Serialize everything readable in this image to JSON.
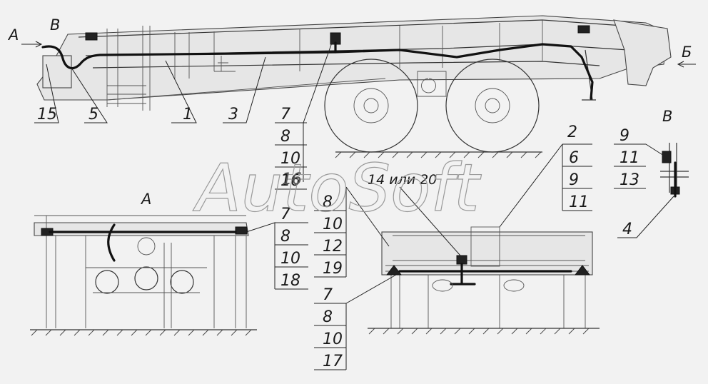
{
  "views": {
    "side_from_a": "А",
    "side_from_b": "Б",
    "detail_v_marker": "В",
    "detail_v_title": "В",
    "rear_title": "А"
  },
  "callouts": {
    "c15": "15",
    "c5": "5",
    "c1": "1",
    "c3": "3",
    "c2": "2",
    "c4": "4",
    "c14_20": "14 или 20",
    "c16_overlay": "16"
  },
  "stacks": {
    "side_top": [
      "7",
      "8",
      "10",
      "16"
    ],
    "rear": [
      "7",
      "8",
      "10",
      "18"
    ],
    "middle": [
      "8",
      "10",
      "12",
      "19"
    ],
    "bottom": [
      "7",
      "8",
      "10",
      "17"
    ],
    "right_2": [
      "6",
      "9",
      "11"
    ],
    "detail_v": [
      "9",
      "11",
      "13"
    ]
  },
  "watermark": "AutoSoft",
  "colors": {
    "background": "#f2f2f2",
    "line": "#333333",
    "harness": "#111111",
    "watermark": "#9a9a9a"
  }
}
